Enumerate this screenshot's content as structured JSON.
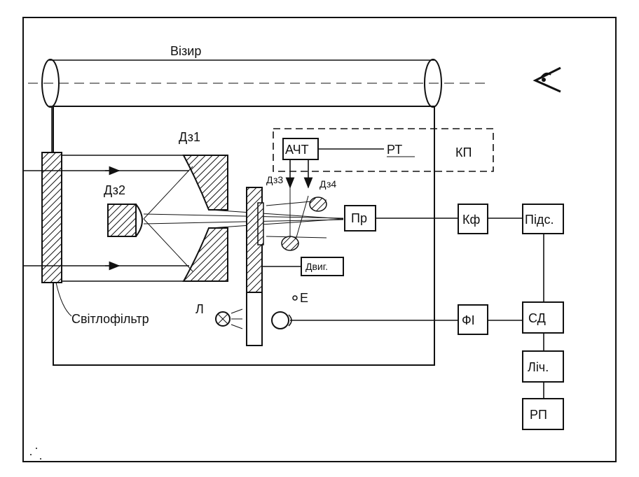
{
  "labels": {
    "viewfinder": "Візир",
    "kp": "КП",
    "ach": "АЧТ",
    "rt": "РТ",
    "dz1": "Дз1",
    "dz2": "Дз2",
    "dz3": "Дз3",
    "dz4": "Дз4",
    "pr": "Пр",
    "kf": "Кф",
    "pids": "Підс.",
    "motor": "Двиг.",
    "e": "Е",
    "l": "Л",
    "fi": "ФІ",
    "sd": "СД",
    "lich": "Ліч.",
    "rp": "РП",
    "filter": "Світлофільтр"
  },
  "icons": {
    "eye": "eye-icon",
    "lamp": "lamp-icon",
    "photo_element": "photocell-icon",
    "lens": "lens-icon"
  }
}
